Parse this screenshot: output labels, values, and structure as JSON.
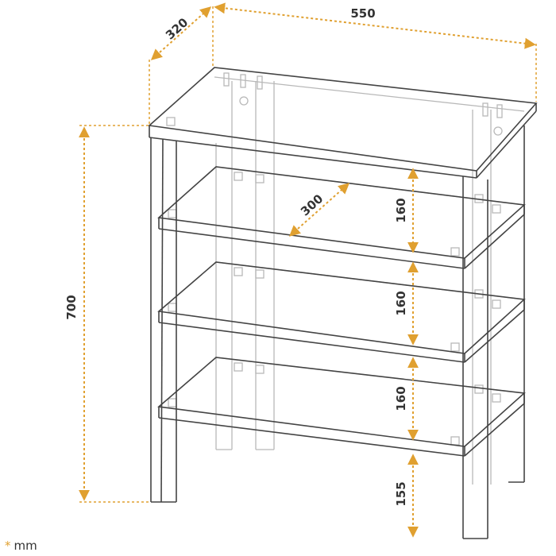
{
  "dimensions": {
    "width": "550",
    "depth": "320",
    "height": "700",
    "shelf_depth": "300",
    "gap_top": "160",
    "gap_middle": "160",
    "gap_lower": "160",
    "floor_clearance": "155"
  },
  "units": {
    "star": "*",
    "text": "mm"
  },
  "colors": {
    "dimension": "#e0a030",
    "outline": "#444444",
    "hidden": "#b8b8b8"
  },
  "icons": {
    "arrow": "arrow-icon"
  }
}
